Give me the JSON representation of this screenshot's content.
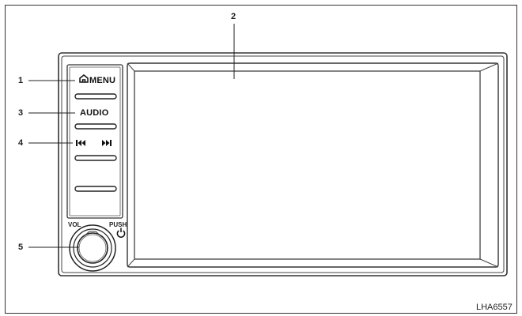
{
  "callouts": {
    "c1": "1",
    "c2": "2",
    "c3": "3",
    "c4": "4",
    "c5": "5"
  },
  "buttons": {
    "menu": "MENU",
    "audio": "AUDIO"
  },
  "knob": {
    "vol": "VOL",
    "push": "PUSH"
  },
  "icons": {
    "home": "home-icon",
    "prev": "skip-back-icon",
    "next": "skip-forward-icon",
    "power": "power-icon"
  },
  "figure_id": "LHA6557"
}
